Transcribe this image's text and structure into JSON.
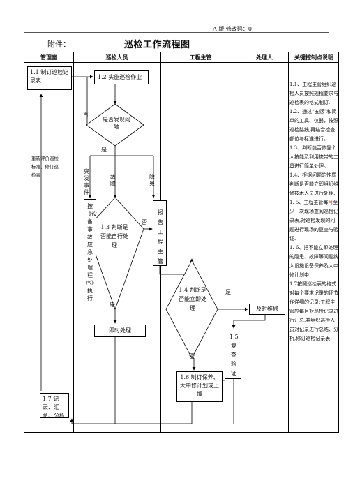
{
  "version_line": "A 版    修改码：0",
  "attachment_label": "附件：",
  "title": "巡检工作流程图",
  "columns": [
    "管理室",
    "巡检人员",
    "工程主管",
    "处理人",
    "关键控制点说明"
  ],
  "boxes": {
    "b11": "1.1 制订巡检记录表",
    "b12": "1.2 实施巡检作业",
    "d_found": "是否发现问题",
    "b_emergency": "按《设备事故应急处理程序》执行",
    "d13": "1.3 判断是否能自行处理",
    "b_report": "报告工程主管",
    "b_immediate": "即时处理",
    "d14": "1.4 判断是否能立即处理",
    "b_repair": "及时维修",
    "b15": "1.5复查验证",
    "b16": "1.6 制订保养、大中修计划或上报",
    "b17": "1.7 记录、汇总、分析"
  },
  "labels": {
    "no1": "否",
    "yes1": "是",
    "burst": "突发事件",
    "fault": "故障",
    "hazard": "隐患",
    "no13": "否",
    "yes13": "是",
    "yes14": "是",
    "no14": "否",
    "review": "重新评价巡检标准，修订巡检表"
  },
  "notes": [
    "1.1、工程主管组织巡检人员按照规程要求与巡检表的格式制订.",
    "1.2、通过“五感”和简单的工具、仪器，按照巡检路线,再结合检查部位与标准进行。",
    "1.3、判断能否依靠个人技能及利用携带的工具进行简单处理。",
    "1.4、根据问题的性质判断是否能立即组织维修技术人员进行处理.",
    "1. 5、工程主管每",
    "月",
    "至少一次现场查阅巡检记录表,对巡检发现的问题进行现场的复查与验证.",
    "1. 6、把不能立即处理的隐患、故障等问题纳入设施设备保养及大中修计划中.",
    "1.7按照巡检表的格式对每个要求记录的环节作详细的记录;工程主管应每月对巡检记录进行汇总,并组织巡检人员对记录进行总结、分析,修订巡检记录表."
  ],
  "colors": {
    "highlight": "#e0402a",
    "line": "#000000"
  }
}
